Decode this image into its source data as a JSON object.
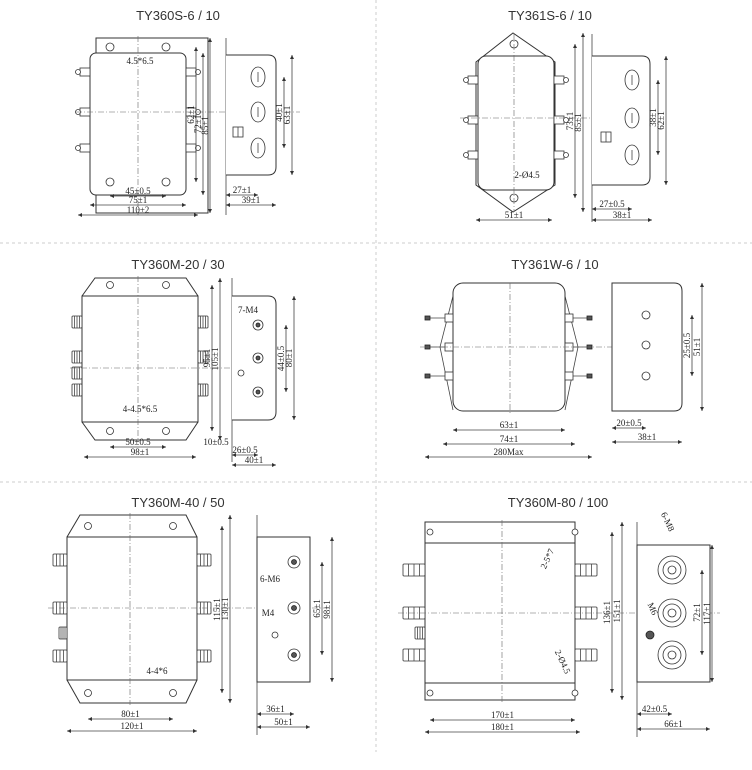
{
  "panels": [
    {
      "title": "TY360S-6 / 10",
      "labels": {
        "hole": "4.5*6.5",
        "v1": "62±1",
        "v2": "72±1",
        "v3": "85±1",
        "h1": "45±0.5",
        "h2": "75±1",
        "h3": "110±2",
        "sv1": "40±1",
        "sv2": "63±1",
        "sh1": "27±1",
        "sh2": "39±1"
      }
    },
    {
      "title": "TY361S-6 / 10",
      "labels": {
        "hole": "2-Ø4.5",
        "v1": "73±1",
        "v2": "85±1",
        "h1": "51±1",
        "sv1": "38±1",
        "sv2": "62±1",
        "sh1": "27±0.5",
        "sh2": "38±1"
      }
    },
    {
      "title": "TY360M-20 / 30",
      "labels": {
        "hole": "4-4.5*6.5",
        "v1": "95±1",
        "v2": "105±1",
        "h1": "50±0.5",
        "h2": "98±1",
        "stud": "7-M4",
        "sv1": "44±0.5",
        "sv2": "80±1",
        "sh0": "10±0.5",
        "sh1": "26±0.5",
        "sh2": "40±1"
      }
    },
    {
      "title": "TY361W-6 / 10",
      "labels": {
        "h1": "63±1",
        "h2": "74±1",
        "h3": "280Max",
        "sv1": "25±0.5",
        "sv2": "51±1",
        "sh1": "20±0.5",
        "sh2": "38±1"
      }
    },
    {
      "title": "TY360M-40 / 50",
      "labels": {
        "hole": "4-4*6",
        "v1": "115±1",
        "v2": "130±1",
        "h1": "80±1",
        "h2": "120±1",
        "stud": "6-M6",
        "ground": "M4",
        "sv1": "65±1",
        "sv2": "98±1",
        "sh1": "36±1",
        "sh2": "50±1"
      }
    },
    {
      "title": "TY360M-80 / 100",
      "labels": {
        "hole1": "2-5*7",
        "hole2": "2-Ø4.5",
        "v1": "136±1",
        "v2": "151±1",
        "h1": "170±1",
        "h2": "180±1",
        "stud": "6-M8",
        "ground": "M6",
        "sv1": "72±1",
        "sv2": "117±1",
        "sh1": "42±0.5",
        "sh2": "66±1"
      }
    }
  ]
}
